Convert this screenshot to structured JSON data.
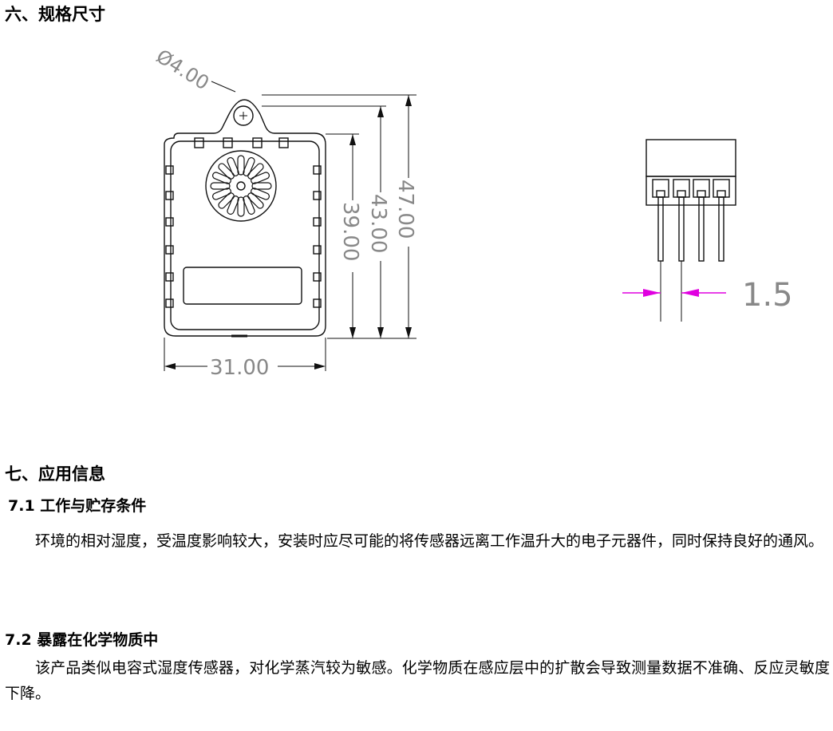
{
  "section6": {
    "title": "六、规格尺寸"
  },
  "drawing_main": {
    "dim_hole": "Ø4.00",
    "dim_h47": "47.00",
    "dim_h43": "43.00",
    "dim_h39": "39.00",
    "dim_w31": "31.00"
  },
  "drawing_pins": {
    "dim_pitch": "1.5",
    "colors": {
      "pitch_arrow": "#e000e0",
      "line": "#111111"
    }
  },
  "section7": {
    "title": "七、应用信息",
    "sub1": {
      "number": "7.1",
      "title": "工作与贮存条件",
      "text": "环境的相对湿度，受温度影响较大，安装时应尽可能的将传感器远离工作温升大的电子元器件，同时保持良好的通风。"
    },
    "sub2": {
      "number": "7.2",
      "title": "暴露在化学物质中",
      "text": "该产品类似电容式湿度传感器，对化学蒸汽较为敏感。化学物质在感应层中的扩散会导致测量数据不准确、反应灵敏度下降。"
    }
  }
}
